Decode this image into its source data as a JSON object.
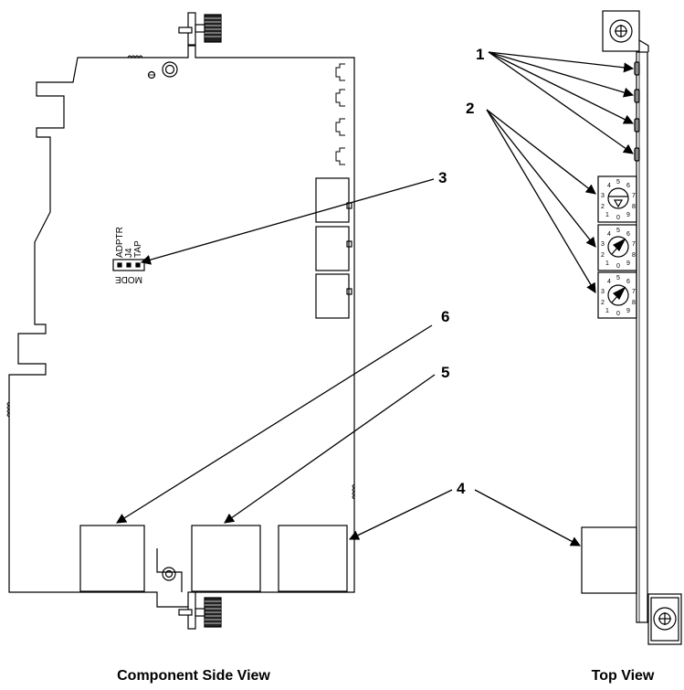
{
  "figure": {
    "captions": {
      "component_side": "Component Side View",
      "top": "Top View"
    },
    "callouts": [
      "1",
      "2",
      "3",
      "4",
      "5",
      "6"
    ],
    "jumper_labels": {
      "adptr": "ADPTR",
      "j4": "J4",
      "tap": "TAP",
      "mode": "MODE"
    },
    "switch_digits": [
      "0",
      "1",
      "2",
      "3",
      "4",
      "5",
      "6",
      "7",
      "8",
      "9"
    ]
  }
}
